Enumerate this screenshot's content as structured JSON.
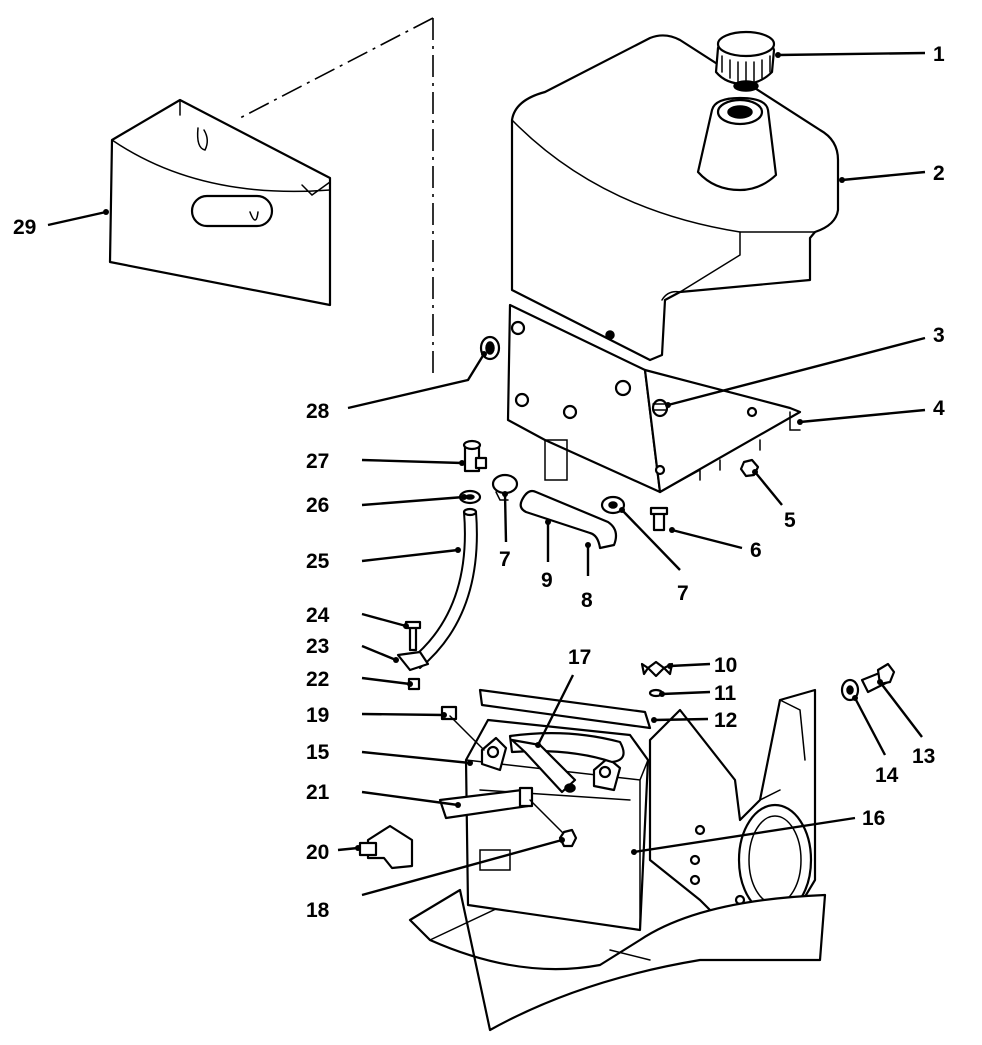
{
  "callouts": [
    {
      "label": "1"
    },
    {
      "label": "2"
    },
    {
      "label": "3"
    },
    {
      "label": "4"
    },
    {
      "label": "5"
    },
    {
      "label": "6"
    },
    {
      "label": "7"
    },
    {
      "label": "7"
    },
    {
      "label": "8"
    },
    {
      "label": "9"
    },
    {
      "label": "10"
    },
    {
      "label": "11"
    },
    {
      "label": "12"
    },
    {
      "label": "13"
    },
    {
      "label": "14"
    },
    {
      "label": "15"
    },
    {
      "label": "16"
    },
    {
      "label": "17"
    },
    {
      "label": "18"
    },
    {
      "label": "19"
    },
    {
      "label": "20"
    },
    {
      "label": "21"
    },
    {
      "label": "22"
    },
    {
      "label": "23"
    },
    {
      "label": "24"
    },
    {
      "label": "25"
    },
    {
      "label": "26"
    },
    {
      "label": "27"
    },
    {
      "label": "28"
    },
    {
      "label": "29"
    }
  ]
}
